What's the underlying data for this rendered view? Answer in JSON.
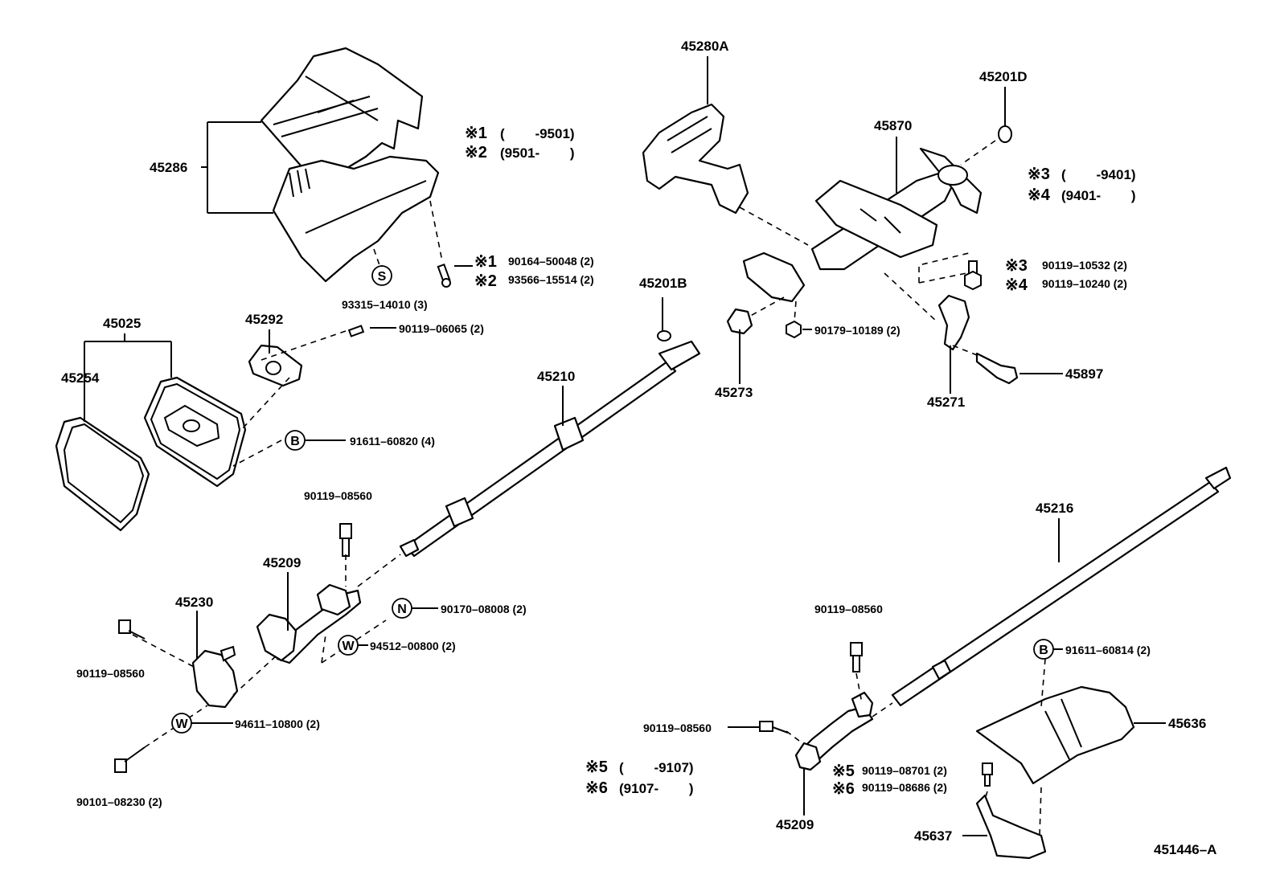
{
  "diagram": {
    "id_code": "451446–A",
    "legend": {
      "n1": "※1",
      "n1_range": "(        -9501)",
      "n2": "※2",
      "n2_range": "(9501-        )",
      "n3": "※3",
      "n3_range": "(        -9401)",
      "n4": "※4",
      "n4_range": "(9401-        )",
      "n5": "※5",
      "n5_range": "(        -9107)",
      "n6": "※6",
      "n6_range": "(9107-        )"
    },
    "symbols": {
      "s": "S",
      "b": "B",
      "n": "N",
      "w": "W"
    },
    "parts": {
      "p45286": "45286",
      "p45280A": "45280A",
      "p45201D": "45201D",
      "p45870": "45870",
      "p45025": "45025",
      "p45254": "45254",
      "p45292": "45292",
      "p45201B": "45201B",
      "p45210": "45210",
      "p45273": "45273",
      "p45271": "45271",
      "p45897": "45897",
      "p45209a": "45209",
      "p45230": "45230",
      "p45216": "45216",
      "p45636": "45636",
      "p45637": "45637",
      "p45209b": "45209"
    },
    "fasteners": {
      "f90164": "90164–50048 (2)",
      "f93566": "93566–15514 (2)",
      "f93315": "93315–14010 (3)",
      "f90119_06065": "90119–06065 (2)",
      "f91611_60820": "91611–60820 (4)",
      "f90119_10532": "90119–10532 (2)",
      "f90119_10240": "90119–10240 (2)",
      "f90179": "90179–10189 (2)",
      "f90119_08560a": "90119–08560",
      "f90170": "90170–08008 (2)",
      "f94512": "94512–00800 (2)",
      "f90119_08560b": "90119–08560",
      "f94611": "94611–10800 (2)",
      "f90101": "90101–08230 (2)",
      "f90119_08560c": "90119–08560",
      "f91611_60814": "91611–60814 (2)",
      "f90119_08560d": "90119–08560",
      "f90119_08701": "90119–08701 (2)",
      "f90119_08686": "90119–08686 (2)"
    }
  }
}
